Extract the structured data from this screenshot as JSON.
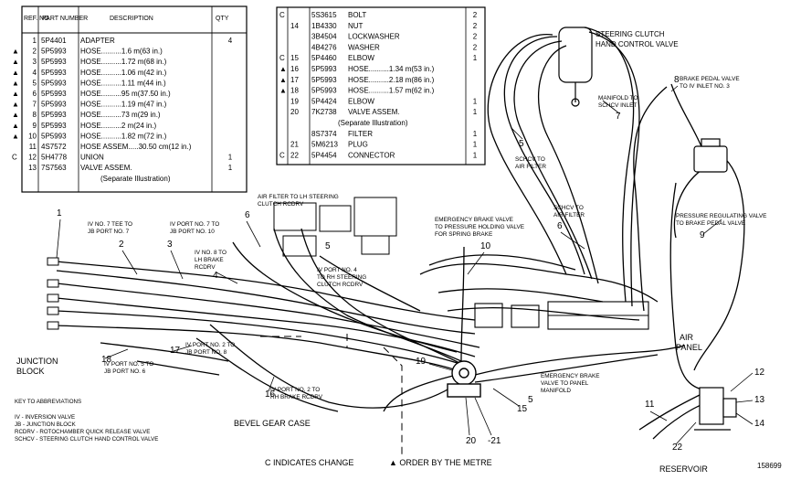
{
  "table1": {
    "headers": [
      "REF. NO",
      "PART NUMBER",
      "DESCRIPTION",
      "QTY"
    ],
    "rows": [
      {
        "mark": "",
        "ref": "1",
        "part": "5P4401",
        "desc": "ADAPTER",
        "qty": "4"
      },
      {
        "mark": "▲",
        "ref": "2",
        "part": "5P5993",
        "desc": "HOSE..........1.6 m(63 in.)",
        "qty": ""
      },
      {
        "mark": "▲",
        "ref": "3",
        "part": "5P5993",
        "desc": "HOSE..........1.72 m(68 in.)",
        "qty": ""
      },
      {
        "mark": "▲",
        "ref": "4",
        "part": "5P5993",
        "desc": "HOSE..........1.06 m(42 in.)",
        "qty": ""
      },
      {
        "mark": "▲",
        "ref": "5",
        "part": "5P5993",
        "desc": "HOSE..........1.11 m(44 in.)",
        "qty": ""
      },
      {
        "mark": "▲",
        "ref": "6",
        "part": "5P5993",
        "desc": "HOSE..........95 m(37.50 in.)",
        "qty": ""
      },
      {
        "mark": "▲",
        "ref": "7",
        "part": "5P5993",
        "desc": "HOSE..........1.19 m(47 in.)",
        "qty": ""
      },
      {
        "mark": "▲",
        "ref": "8",
        "part": "5P5993",
        "desc": "HOSE..........73 m(29 in.)",
        "qty": ""
      },
      {
        "mark": "▲",
        "ref": "9",
        "part": "5P5993",
        "desc": "HOSE..........2 m(24 in.)",
        "qty": ""
      },
      {
        "mark": "▲",
        "ref": "10",
        "part": "5P5993",
        "desc": "HOSE..........1.82 m(72 in.)",
        "qty": ""
      },
      {
        "mark": "",
        "ref": "11",
        "part": "4S7572",
        "desc": "HOSE ASSEM.....30.50 cm(12 in.)",
        "qty": ""
      },
      {
        "mark": "C",
        "ref": "12",
        "part": "5H4778",
        "desc": "UNION",
        "qty": "1"
      },
      {
        "mark": "",
        "ref": "13",
        "part": "7S7563",
        "desc": "VALVE ASSEM.",
        "qty": "1"
      },
      {
        "mark": "",
        "ref": "",
        "part": "",
        "desc": "(Separate Illustration)",
        "qty": ""
      }
    ]
  },
  "table2": {
    "rows": [
      {
        "mark": "C",
        "ref": "",
        "part": "5S3615",
        "desc": "BOLT",
        "qty": "2"
      },
      {
        "mark": "",
        "ref": "14",
        "part": "1B4330",
        "desc": "NUT",
        "qty": "2"
      },
      {
        "mark": "",
        "ref": "",
        "part": "3B4504",
        "desc": "LOCKWASHER",
        "qty": "2"
      },
      {
        "mark": "",
        "ref": "",
        "part": "4B4276",
        "desc": "WASHER",
        "qty": "2"
      },
      {
        "mark": "C",
        "ref": "15",
        "part": "5P4460",
        "desc": "ELBOW",
        "qty": "1"
      },
      {
        "mark": "▲",
        "ref": "16",
        "part": "5P5993",
        "desc": "HOSE..........1.34 m(53 in.)",
        "qty": ""
      },
      {
        "mark": "▲",
        "ref": "17",
        "part": "5P5993",
        "desc": "HOSE..........2.18 m(86 in.)",
        "qty": ""
      },
      {
        "mark": "▲",
        "ref": "18",
        "part": "5P5993",
        "desc": "HOSE..........1.57 m(62 in.)",
        "qty": ""
      },
      {
        "mark": "",
        "ref": "19",
        "part": "5P4424",
        "desc": "ELBOW",
        "qty": "1"
      },
      {
        "mark": "",
        "ref": "20",
        "part": "7K2738",
        "desc": "VALVE ASSEM.",
        "qty": "1"
      },
      {
        "mark": "",
        "ref": "",
        "part": "",
        "desc": "(Separate Illustration)",
        "qty": ""
      },
      {
        "mark": "",
        "ref": "",
        "part": "8S7374",
        "desc": "FILTER",
        "qty": "1"
      },
      {
        "mark": "",
        "ref": "21",
        "part": "5M6213",
        "desc": "PLUG",
        "qty": "1"
      },
      {
        "mark": "C",
        "ref": "22",
        "part": "5P4454",
        "desc": "CONNECTOR",
        "qty": "1"
      }
    ]
  },
  "labels": {
    "steering_clutch_valve": [
      "STEERING CLUTCH",
      "HAND CONTROL VALVE"
    ],
    "brake_pedal_valve": [
      "BRAKE PEDAL VALVE",
      "TO IV INLET NO. 3"
    ],
    "manifold_schcv": [
      "MANIFOLD TO",
      "SCHCV INLET"
    ],
    "schcv_air_filter_top": [
      "SCHCV TO",
      "AIR FILTER"
    ],
    "air_filter_lh": [
      "AIR FILTER TO LH STEERING",
      "CLUTCH RCDRV"
    ],
    "emergency_brake": [
      "EMERGENCY BRAKE VALVE",
      "TO PRESSURE HOLDING VALVE",
      "FOR SPRING BRAKE"
    ],
    "schcv_air_filter_right": [
      "SCHCV TO",
      "AIR FILTER"
    ],
    "pressure_regulating": [
      "PRESSURE REGULATING VALVE",
      "TO BRAKE PEDAL VALVE"
    ],
    "iv_port7_tee": [
      "IV NO. 7 TEE TO",
      "JB PORT NO. 7"
    ],
    "iv_port7_jb10": [
      "IV PORT NO. 7 TO",
      "JB PORT NO. 10"
    ],
    "iv_no8_lh": [
      "IV NO. 8 TO",
      "LH BRAKE",
      "RCDRV"
    ],
    "iv_port4_rh": [
      "IV PORT NO. 4",
      "TO RH STEERING",
      "CLUTCH RCDRV"
    ],
    "iv_port2_jb8": [
      "IV PORT NO. 2 TO",
      "JB PORT NO. 8"
    ],
    "iv_port5_jb6": [
      "IV PORT NO. 5 TO",
      "JB PORT NO. 6"
    ],
    "iv_port2_rh_brake": [
      "IV PORT NO. 2 TO",
      "RH BRAKE RCDRV"
    ],
    "emergency_brake_panel": [
      "EMERGENCY BRAKE",
      "VALVE TO PANEL",
      "MANIFOLD"
    ],
    "air_panel": [
      "AIR",
      "PANEL"
    ],
    "junction_block": [
      "JUNCTION",
      "BLOCK"
    ],
    "bevel_gear_case": "BEVEL GEAR CASE",
    "reservoir": "RESERVOIR",
    "figure_no": "158699"
  },
  "key": {
    "title": "KEY TO ABBREVIATIONS",
    "items": [
      "IV - INVERSION VALVE",
      "JB - JUNCTION BLOCK",
      "RCDRV - ROTOCHAMBER QUICK RELEASE VALVE",
      "SCHCV - STEERING CLUTCH HAND CONTROL VALVE"
    ]
  },
  "footer": {
    "change_note": "C INDICATES CHANGE",
    "metre_note": "▲ ORDER BY THE METRE"
  },
  "callouts": [
    {
      "id": "c1",
      "text": "1"
    },
    {
      "id": "c2",
      "text": "2"
    },
    {
      "id": "c3",
      "text": "3"
    },
    {
      "id": "c4",
      "text": "4"
    },
    {
      "id": "c5a",
      "text": "5"
    },
    {
      "id": "c5b",
      "text": "5"
    },
    {
      "id": "c5c",
      "text": "5"
    },
    {
      "id": "c6a",
      "text": "6"
    },
    {
      "id": "c6b",
      "text": "6"
    },
    {
      "id": "c7",
      "text": "7"
    },
    {
      "id": "c8",
      "text": "8"
    },
    {
      "id": "c9",
      "text": "9"
    },
    {
      "id": "c10",
      "text": "10"
    },
    {
      "id": "c11",
      "text": "11"
    },
    {
      "id": "c12",
      "text": "12"
    },
    {
      "id": "c13",
      "text": "13"
    },
    {
      "id": "c14",
      "text": "14"
    },
    {
      "id": "c15",
      "text": "15"
    },
    {
      "id": "c16",
      "text": "16"
    },
    {
      "id": "c17",
      "text": "17"
    },
    {
      "id": "c18",
      "text": "18"
    },
    {
      "id": "c19",
      "text": "19"
    },
    {
      "id": "c20",
      "text": "20"
    },
    {
      "id": "c21",
      "text": "-21"
    },
    {
      "id": "c22",
      "text": "22"
    }
  ]
}
